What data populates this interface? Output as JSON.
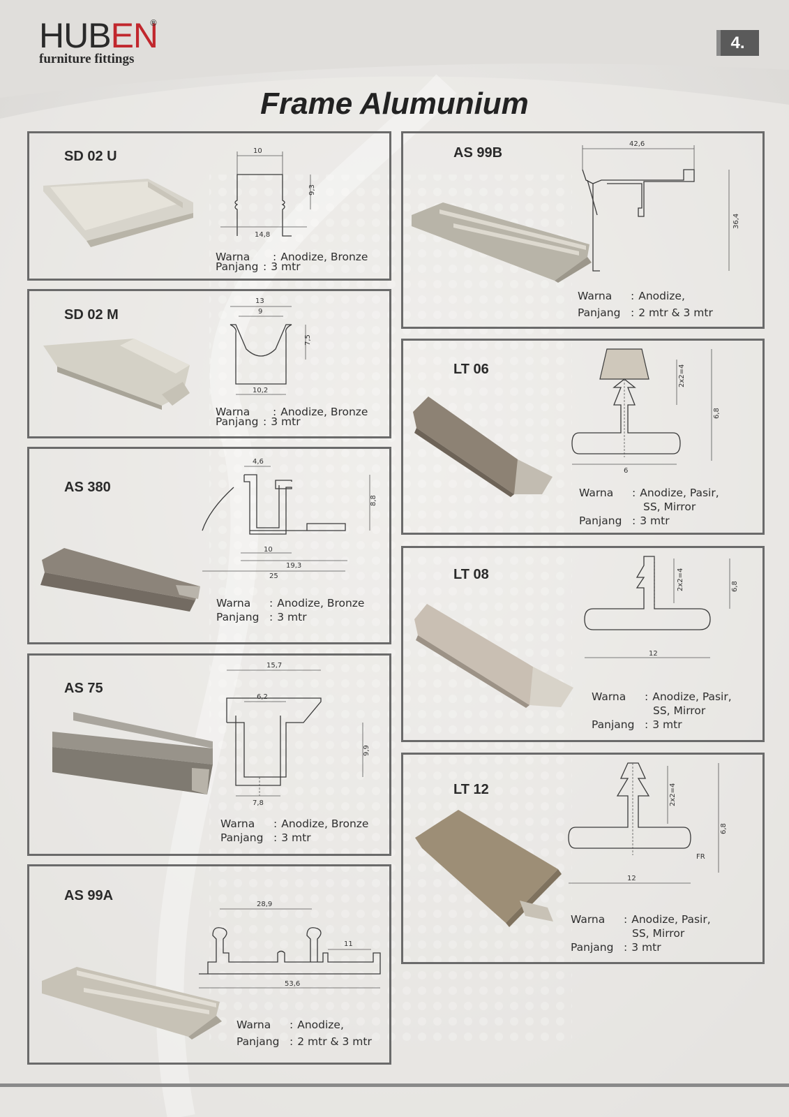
{
  "brand": {
    "name_part1": "HUB",
    "name_part2": "EN",
    "reg": "®",
    "tagline": "furniture fittings"
  },
  "page_number": "4.",
  "title": "Frame Alumunium",
  "labels": {
    "warna": "Warna",
    "panjang": "Panjang",
    "sep": ":"
  },
  "products": {
    "sd02u": {
      "code": "SD 02 U",
      "warna": "Anodize, Bronze",
      "panjang": "3 mtr",
      "dims": [
        "10",
        "9,3",
        "14,8"
      ]
    },
    "sd02m": {
      "code": "SD 02 M",
      "warna": "Anodize, Bronze",
      "panjang": "3 mtr",
      "dims": [
        "13",
        "9",
        "7,5",
        "10,2"
      ]
    },
    "as380": {
      "code": "AS 380",
      "warna": "Anodize, Bronze",
      "panjang": "3 mtr",
      "dims": [
        "4,6",
        "8,8",
        "10",
        "19,3",
        "25"
      ]
    },
    "as75": {
      "code": "AS 75",
      "warna": "Anodize, Bronze",
      "panjang": "3 mtr",
      "dims": [
        "15,7",
        "6,2",
        "9,9",
        "7,8"
      ]
    },
    "as99a": {
      "code": "AS 99A",
      "warna": "Anodize,",
      "panjang": "2 mtr & 3 mtr",
      "dims": [
        "28,9",
        "11",
        "53,6"
      ]
    },
    "as99b": {
      "code": "AS 99B",
      "warna": "Anodize,",
      "panjang": "2 mtr & 3 mtr",
      "dims": [
        "42,6",
        "36,4"
      ]
    },
    "lt06": {
      "code": "LT 06",
      "warna": "Anodize, Pasir,",
      "warna2": "SS, Mirror",
      "panjang": "3 mtr",
      "dims": [
        "2x2=4",
        "6,8",
        "6"
      ]
    },
    "lt08": {
      "code": "LT 08",
      "warna": "Anodize, Pasir,",
      "warna2": "SS, Mirror",
      "panjang": "3 mtr",
      "dims": [
        "2x2=4",
        "6,8",
        "12"
      ]
    },
    "lt12": {
      "code": "LT 12",
      "warna": "Anodize, Pasir,",
      "warna2": "SS, Mirror",
      "panjang": "3 mtr",
      "dims": [
        "2x2=4",
        "6,8",
        "FR",
        "12"
      ]
    }
  }
}
